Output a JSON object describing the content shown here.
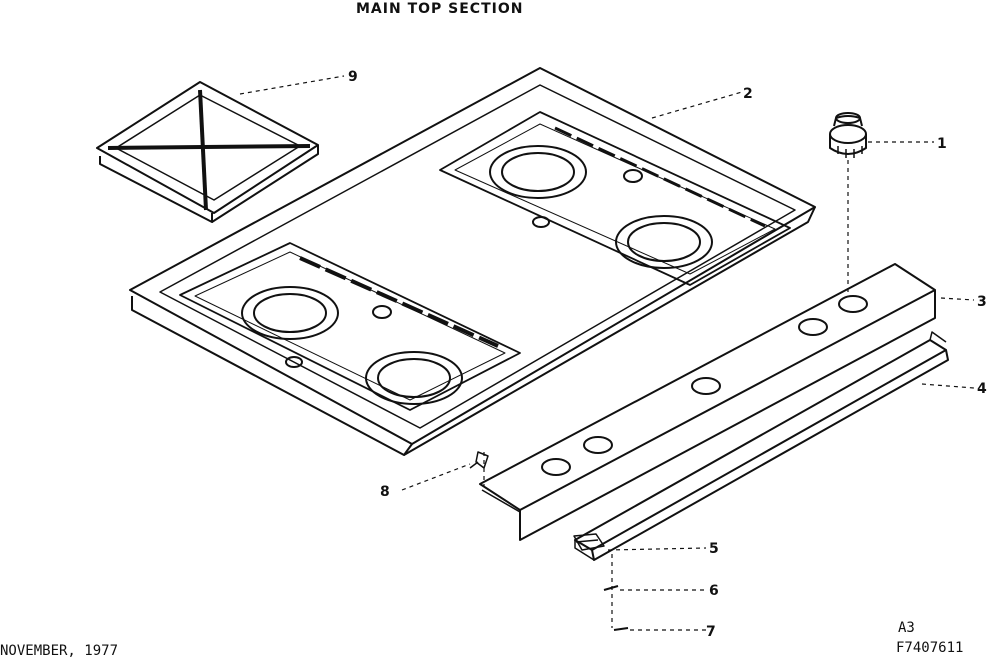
{
  "diagram": {
    "title": "MAIN TOP SECTION",
    "callouts": [
      "1",
      "2",
      "3",
      "4",
      "5",
      "6",
      "7",
      "8",
      "9"
    ],
    "footer": {
      "date": "NOVEMBER, 1977",
      "sheet": "A3",
      "part_number": "F7407611"
    }
  }
}
